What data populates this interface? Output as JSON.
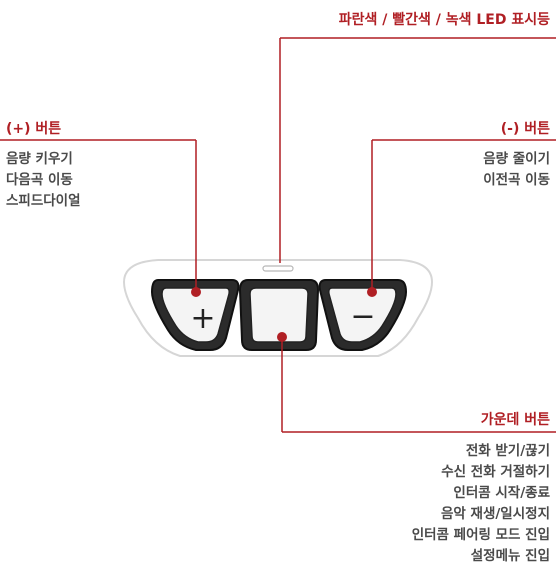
{
  "led": {
    "title": "파란색 / 빨간색 / 녹색 LED 표시등"
  },
  "plus_button": {
    "title": "(+) 버튼",
    "functions": [
      "음량 키우기",
      "다음곡 이동",
      "스피드다이얼"
    ],
    "symbol": "+"
  },
  "minus_button": {
    "title": "(-) 버튼",
    "functions": [
      "음량 줄이기",
      "이전곡 이동"
    ],
    "symbol": "−"
  },
  "center_button": {
    "title": "가운데 버튼",
    "functions": [
      "전화 받기/끊기",
      "수신 전화 거절하기",
      "인터콤 시작/종료",
      "음악 재생/일시정지",
      "인터콤 페어링 모드 진입",
      "설정메뉴 진입"
    ]
  },
  "colors": {
    "accent": "#b01f24",
    "text": "#4a4a4a",
    "device_outline": "#d6d6d6"
  }
}
